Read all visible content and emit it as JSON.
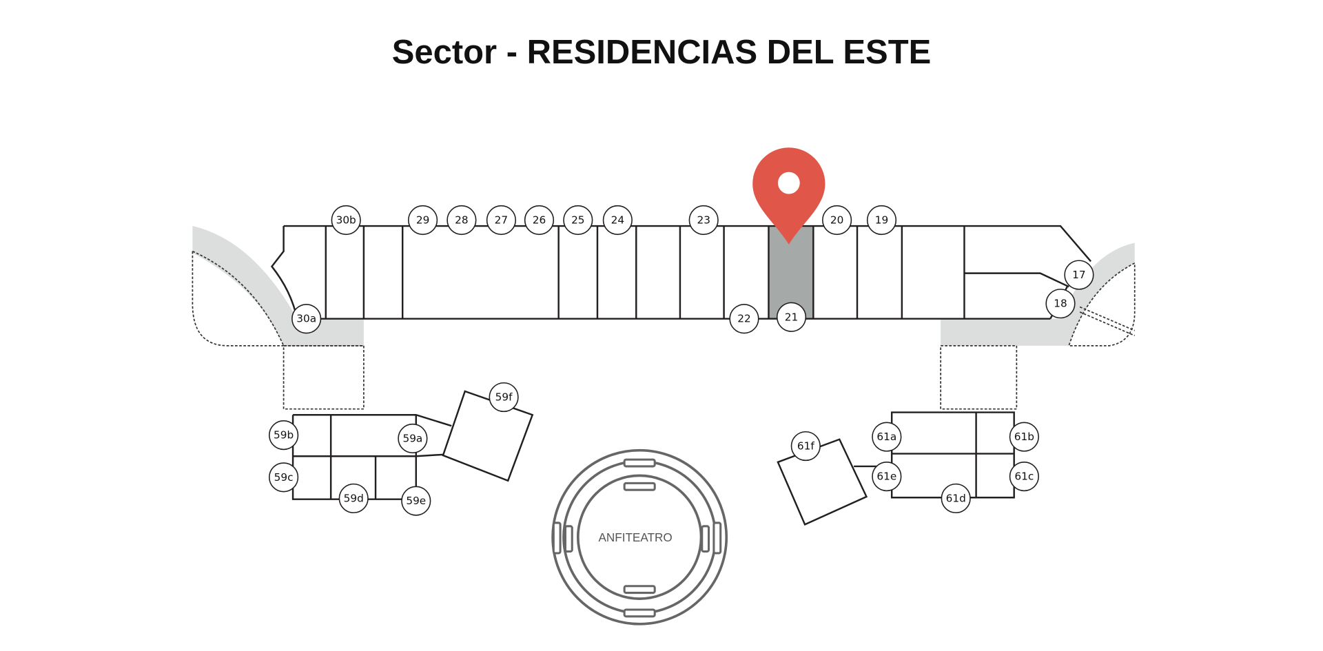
{
  "title": "Sector -  RESIDENCIAS DEL ESTE",
  "colors": {
    "pin": "#e0574a",
    "highlight": "#a5a9a8",
    "walkway": "#dcdddd"
  },
  "selected_unit": "21",
  "amphitheater_label": "ANFITEATRO",
  "units": [
    "30b",
    "29",
    "28",
    "27",
    "26",
    "25",
    "24",
    "23",
    "20",
    "19",
    "30a",
    "22",
    "21",
    "17",
    "18",
    "59f",
    "59b",
    "59a",
    "59c",
    "59d",
    "59e",
    "61f",
    "61a",
    "61b",
    "61e",
    "61c",
    "61d"
  ]
}
